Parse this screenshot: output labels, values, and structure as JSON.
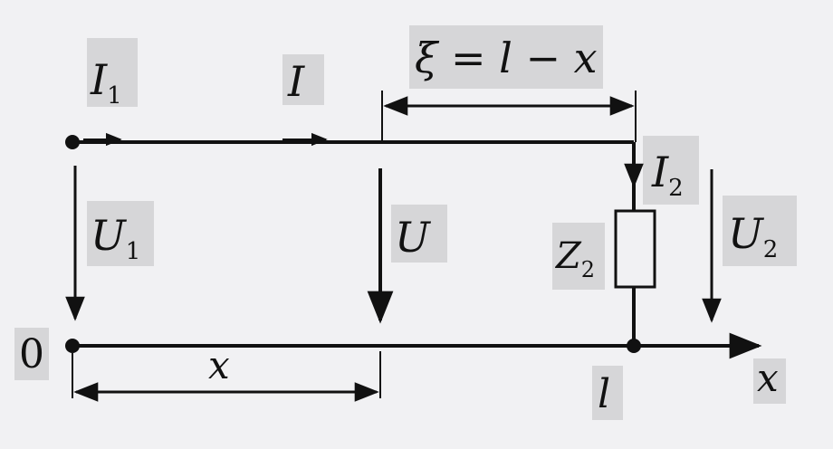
{
  "diagram": {
    "labels": {
      "I1_main": "I",
      "I1_sub": "1",
      "I": "I",
      "xi_formula": "ξ = l − x",
      "U1_main": "U",
      "U1_sub": "1",
      "U": "U",
      "I2_main": "I",
      "I2_sub": "2",
      "Z2_main": "Z",
      "Z2_sub": "2",
      "U2_main": "U",
      "U2_sub": "2",
      "origin": "0",
      "x_dim": "x",
      "l_point": "l",
      "x_axis": "x"
    },
    "colors": {
      "line": "#111111",
      "background": "#f1f1f3",
      "label_shade": "#d6d6d8"
    }
  }
}
